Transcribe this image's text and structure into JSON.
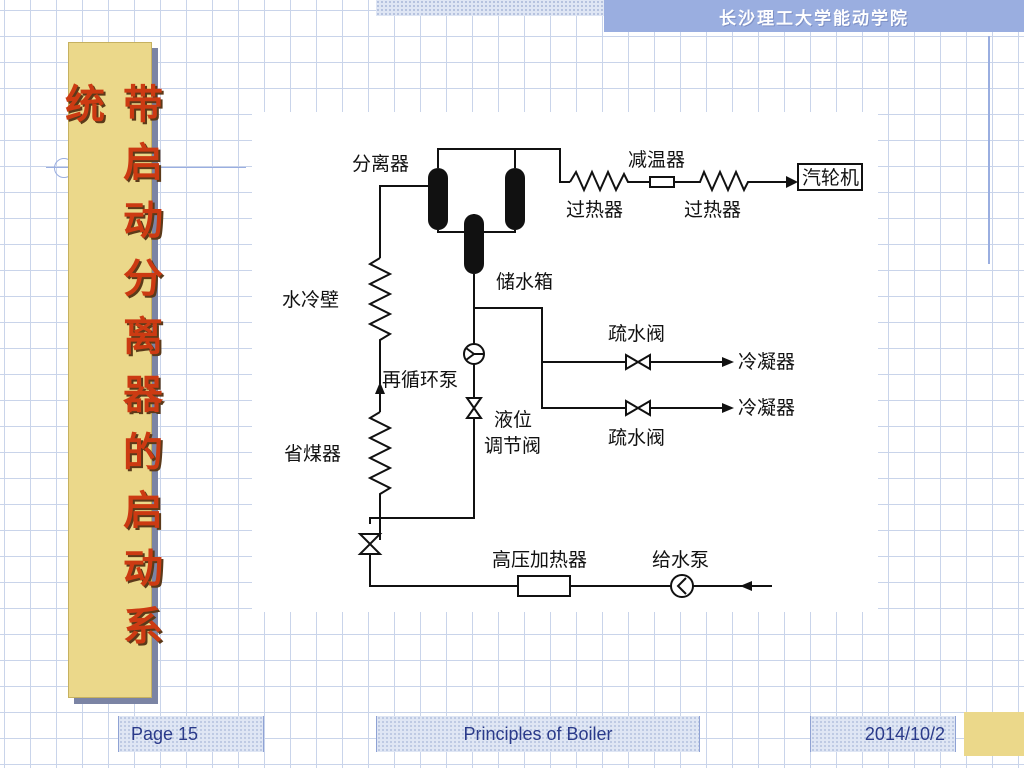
{
  "header": {
    "institution": "长沙理工大学能动学院"
  },
  "slide": {
    "title": "带启动分离器的启动系统"
  },
  "diagram": {
    "labels": {
      "separator": "分离器",
      "desuperheater": "减温器",
      "superheater_1": "过热器",
      "superheater_2": "过热器",
      "turbine": "汽轮机",
      "water_wall": "水冷壁",
      "storage_tank": "储水箱",
      "drain_valve_1": "疏水阀",
      "condenser_1": "冷凝器",
      "recirc_pump": "再循环泵",
      "level_valve_line1": "液位",
      "level_valve_line2": "调节阀",
      "condenser_2": "冷凝器",
      "drain_valve_2": "疏水阀",
      "economizer": "省煤器",
      "hp_heater": "高压加热器",
      "feed_pump": "给水泵"
    }
  },
  "footer": {
    "page": "Page 15",
    "course": "Principles of Boiler",
    "date": "2014/10/2"
  }
}
